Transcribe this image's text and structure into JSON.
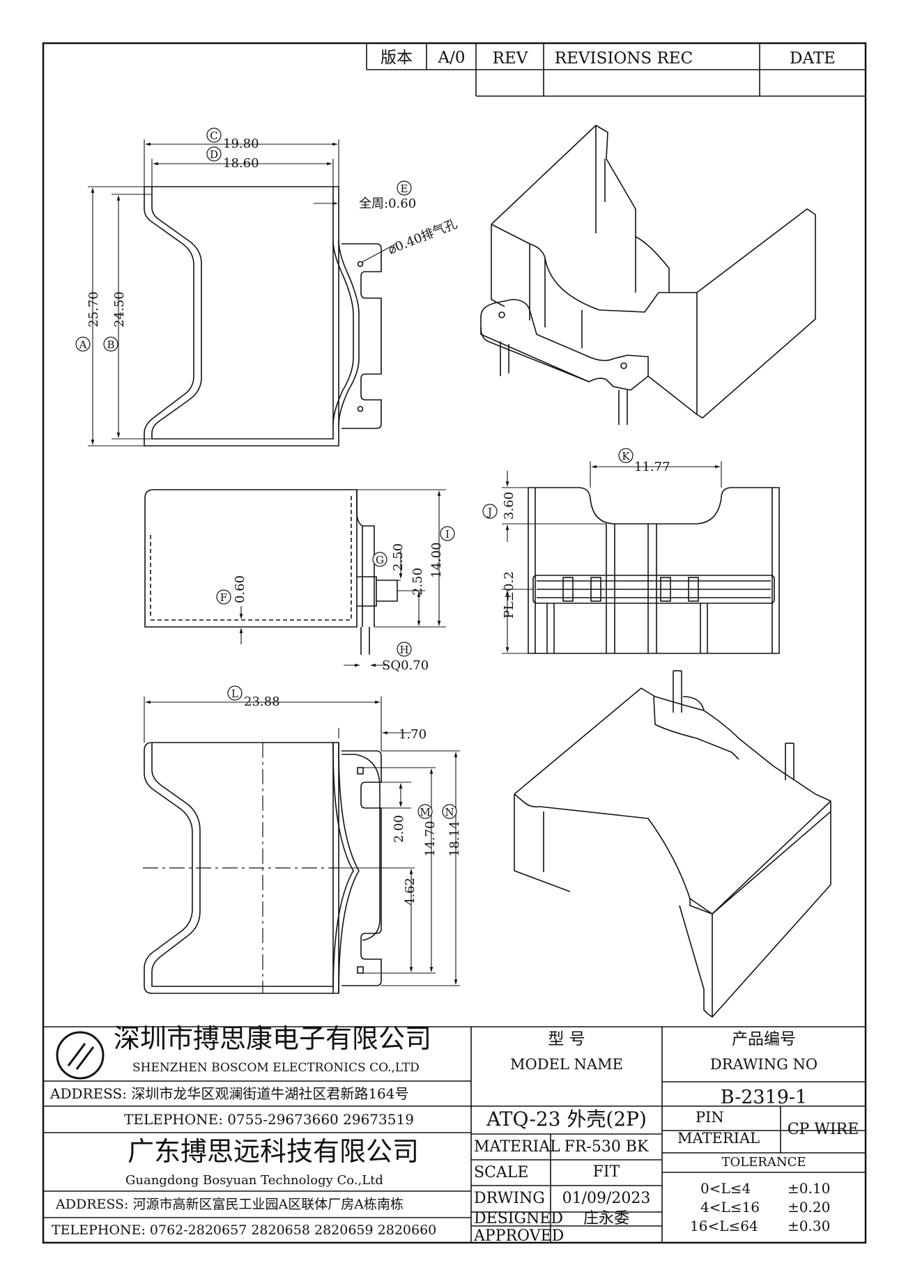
{
  "revision_block": {
    "version_label": "版本",
    "version_value": "A/0",
    "rev_header": "REV",
    "records_header": "REVISIONS REC",
    "date_header": "DATE"
  },
  "dimensions": {
    "A": {
      "marker": "A",
      "value": "25.70"
    },
    "B": {
      "marker": "B",
      "value": "24.50"
    },
    "C": {
      "marker": "C",
      "value": "19.80"
    },
    "D": {
      "marker": "D",
      "value": "18.60"
    },
    "E": {
      "marker": "E",
      "value": "全周:0.60"
    },
    "vent_hole": "⌀0.40排气孔",
    "F": {
      "marker": "F",
      "value": "0.60"
    },
    "G": {
      "marker": "G",
      "value": "2.50"
    },
    "G2": {
      "value": "2.50"
    },
    "H": {
      "marker": "H",
      "value": "SQ0.70"
    },
    "I": {
      "marker": "I",
      "value": "14.00"
    },
    "J": {
      "marker": "J",
      "value": "3.60"
    },
    "K": {
      "marker": "K",
      "value": "11.77"
    },
    "PL": {
      "value": "PL±0.2"
    },
    "L": {
      "marker": "L",
      "value": "23.88"
    },
    "flange": {
      "value": "1.70"
    },
    "M": {
      "marker": "M",
      "value": "14.70"
    },
    "N": {
      "marker": "N",
      "value": "18.14"
    },
    "slot": {
      "value": "2.00"
    },
    "pin_offset": {
      "value": "4.62"
    }
  },
  "company1": {
    "name_cn": "深圳市搏思康电子有限公司",
    "name_en": "SHENZHEN BOSCOM ELECTRONICS CO.,LTD",
    "address": "ADDRESS: 深圳市龙华区观澜街道牛湖社区君新路164号",
    "telephone": "TELEPHONE: 0755-29673660 29673519"
  },
  "company2": {
    "name_cn": "广东搏思远科技有限公司",
    "name_en": "Guangdong Bosyuan Technology Co.,Ltd",
    "address": "ADDRESS: 河源市高新区富民工业园A区联体厂房A栋南栋",
    "telephone": "TELEPHONE: 0762-2820657 2820658 2820659 2820660"
  },
  "title_block": {
    "model_cn": "型    号",
    "model_en": "MODEL NAME",
    "model_value": "ATQ-23 外壳(2P)",
    "drawing_cn": "产品编号",
    "drawing_en": "DRAWING NO",
    "drawing_value": "B-2319-1",
    "material_label": "MATERIAL",
    "material_value": "FR-530 BK",
    "pin_material_label_1": "PIN",
    "pin_material_label_2": "MATERIAL",
    "pin_material_value": "CP WIRE",
    "scale_label": "SCALE",
    "scale_value": "FIT",
    "tolerance_header": "TOLERANCE",
    "drawing_label": "DRWING",
    "drawing_date": "01/09/2023",
    "designed_label": "DESIGNED",
    "designed_value": "庄永委",
    "approved_label": "APPROVED",
    "tolerances": [
      {
        "range": "0<L≤4",
        "value": "±0.10"
      },
      {
        "range": "4<L≤16",
        "value": "±0.20"
      },
      {
        "range": "16<L≤64",
        "value": "±0.30"
      }
    ]
  }
}
